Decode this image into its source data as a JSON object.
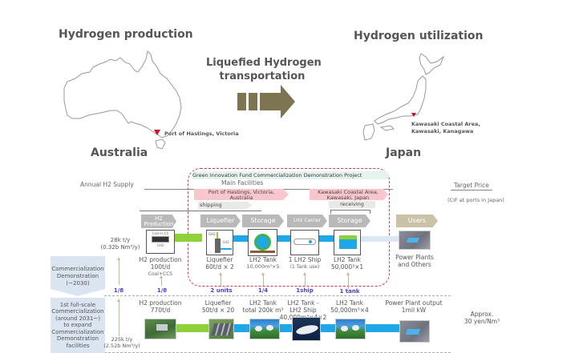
{
  "top": {
    "production_title": "Hydrogen production",
    "utilization_title": "Hydrogen utilization",
    "transport_title_line1": "Liquefied Hydrogen",
    "transport_title_line2": "transportation",
    "australia_label": "Australia",
    "japan_label": "Japan",
    "port_hastings": "Port of Hastings, Victoria",
    "kawasaki_line1": "Kawasaki Coastal Area,",
    "kawasaki_line2": "Kawasaki, Kanagawa",
    "arrow_color": "#7d7552",
    "pin_color": "#d01020"
  },
  "project": {
    "title": "Green Innovation Fund Commercialization Demonstration Project",
    "main_facilities": "Main Facilities",
    "annual_supply": "Annual H2 Supply",
    "target_price": "Target Price",
    "cif_note": "(CIF at ports in Japan)",
    "aus_site_line1": "Port of Hastings, Victoria,",
    "aus_site_line2": "Australia",
    "aus_shipping": "shipping",
    "jp_site_line1": "Kawasaki Coastal Area,",
    "jp_site_line2": "Kawasaki, Japan",
    "jp_receiving": "receiving",
    "border_color": "#d9374a",
    "highlight_pink": "#f9c6cd"
  },
  "stages": [
    {
      "label_line1": "H2",
      "label_line2": "Production"
    },
    {
      "label_line1": "Liquefier",
      "label_line2": ""
    },
    {
      "label_line1": "Storage",
      "label_line2": ""
    },
    {
      "label_line1": "LH2 Carrier",
      "label_line2": ""
    },
    {
      "label_line1": "Storage",
      "label_line2": ""
    },
    {
      "label_line1": "Users",
      "label_line2": ""
    }
  ],
  "demo": {
    "phase_line1": "Commercialization",
    "phase_line2": "Demonstration",
    "phase_line3": "(~2030)",
    "supply_line1": "28k t/y",
    "supply_line2": "(0.32b Nm³/y)",
    "h2_icon_caption_top": "Coal+CCS",
    "h2_icon_caption_bottom": "GH2",
    "liq_icon_gh2": "GH2",
    "liq_icon_lh2": "LH2",
    "items": [
      {
        "line1": "H2 production",
        "line2": "100t/d",
        "line3": "Coal+CCS"
      },
      {
        "line1": "Liquefier",
        "line2": "60t/d × 2",
        "line3": ""
      },
      {
        "line1": "LH2 Tank",
        "line2": "10,000m³×5",
        "line3": ""
      },
      {
        "line1": "1 LH2 Ship",
        "line2": "(1 Tank use)",
        "line3": ""
      },
      {
        "line1": "LH2 Tank",
        "line2": "50,000³×1",
        "line3": ""
      },
      {
        "line1": "Power Plants",
        "line2": "and Others",
        "line3": ""
      }
    ],
    "ratios": [
      "1/8",
      "1/8",
      "2 units",
      "1/4",
      "1ship",
      "1 tank"
    ]
  },
  "commercial": {
    "phase_line1": "1st full-scale",
    "phase_line2": "Commercialization",
    "phase_line3": "(around 2031~)",
    "phase_line4": "to expand",
    "phase_line5": "Commercialization",
    "phase_line6": "Demonstration",
    "phase_line7": "facilities",
    "supply_line1": "225k t/y",
    "supply_line2": "(2.52b Nm³/y)",
    "items": [
      {
        "line1": "H2 production",
        "line2": "770t/d",
        "line3": ""
      },
      {
        "line1": "Liquefier",
        "line2": "50t/d × 20",
        "line3": ""
      },
      {
        "line1": "LH2 Tank",
        "line2": "total 200k m³",
        "line3": ""
      },
      {
        "line1": "LH2 Tank -",
        "line2": "LH2 Ship",
        "line3": "40,000m³×4×2"
      },
      {
        "line1": "LH2 Tank",
        "line2": "50,000m³×4",
        "line3": ""
      },
      {
        "line1": "Power Plant output",
        "line2": "1mil kW",
        "line3": ""
      }
    ],
    "price_line1": "Approx.",
    "price_line2": "30 yen/Nm³"
  }
}
